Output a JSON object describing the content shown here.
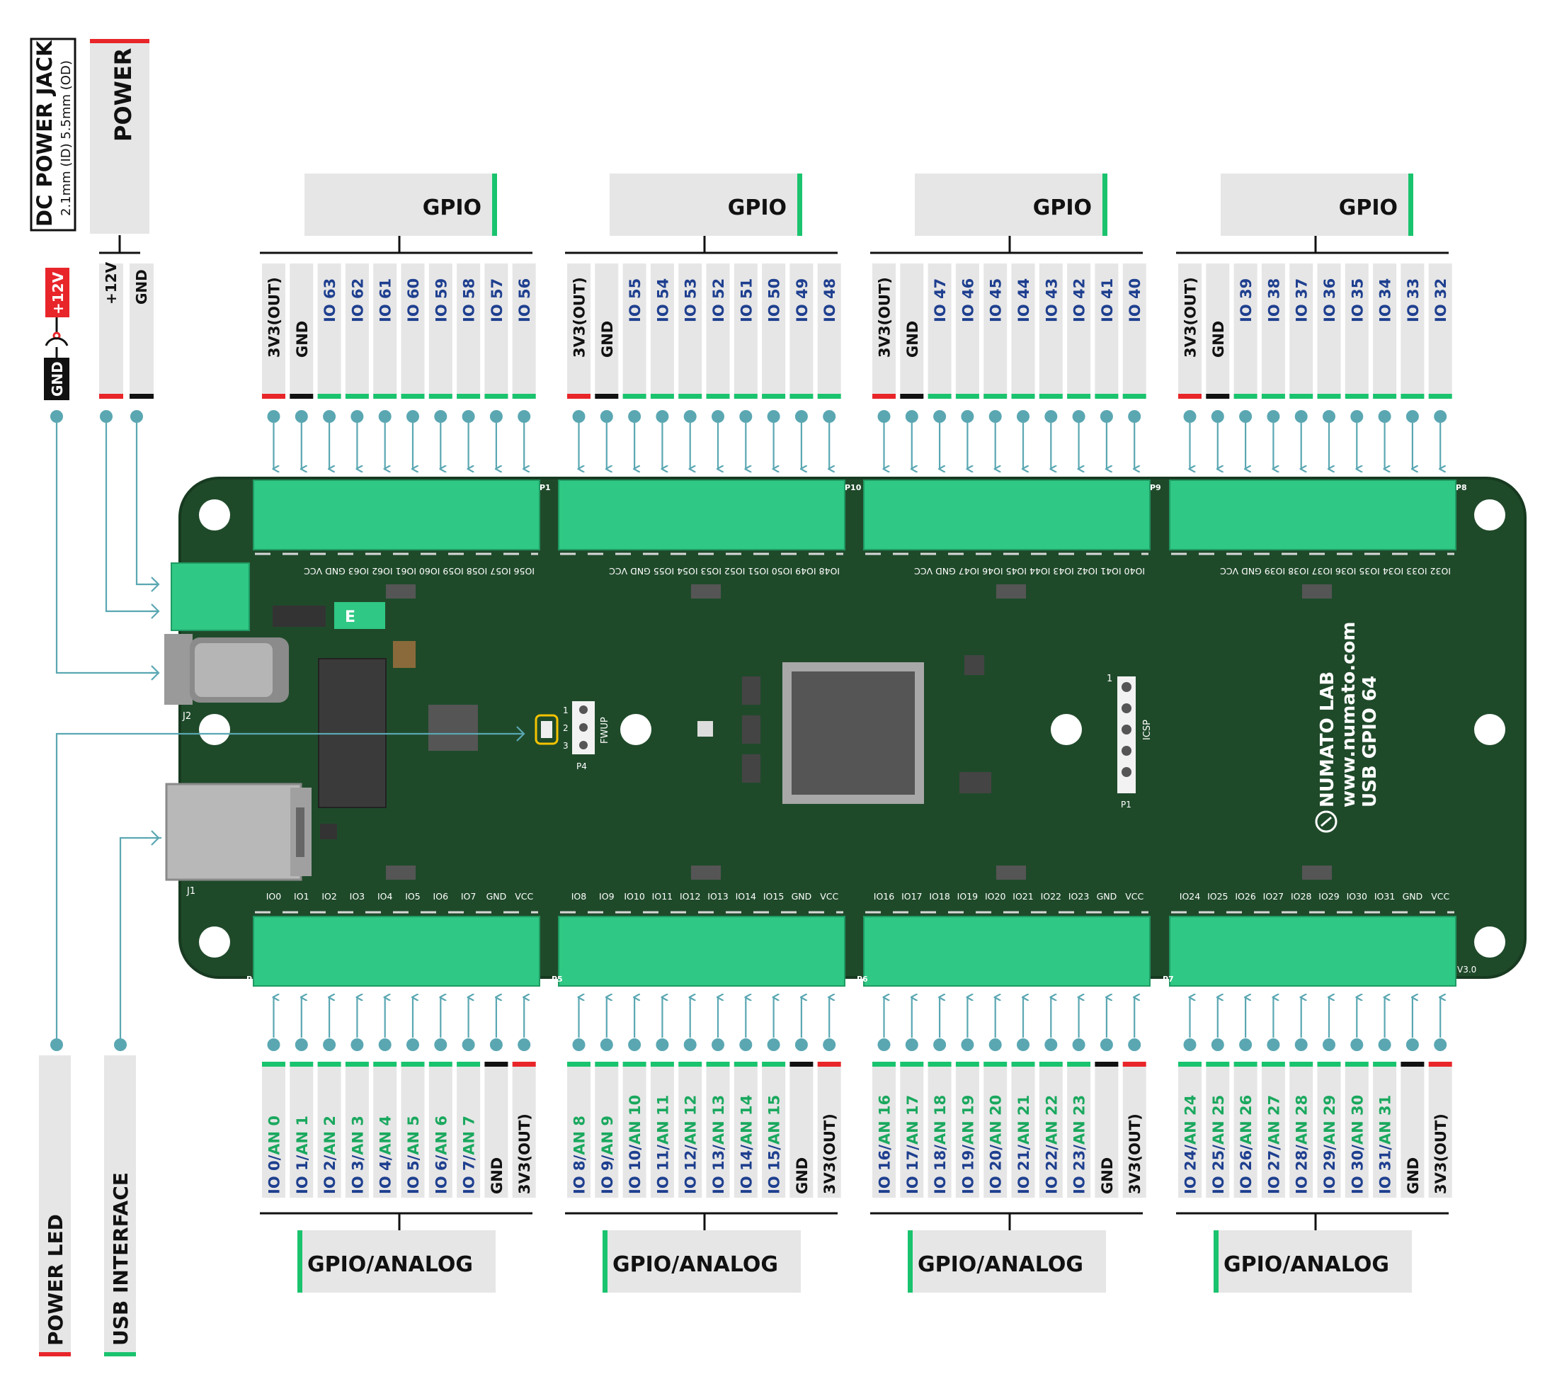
{
  "colors": {
    "board": "#1f4a2a",
    "board_edge": "#173a20",
    "terminal": "#2fc884",
    "label_bg": "#e6e6e6",
    "accent_green": "#1ac36e",
    "accent_red": "#e8262a",
    "black": "#111111",
    "blue_text": "#1e3f8f",
    "green_text": "#1aa85e",
    "connector": "#5aa7b2"
  },
  "icons": [
    "dc-jack-icon",
    "usb-b-port-icon",
    "microcontroller-chip-icon",
    "mounting-hole-icon",
    "led-icon",
    "logo-icon"
  ],
  "left_labels": {
    "dc_jack_title": "DC POWER JACK",
    "dc_jack_spec": "2.1mm (ID) 5.5mm (OD)",
    "power": "POWER",
    "plus12v_tag": "+12V",
    "gnd_tag": "GND",
    "power_pins": [
      "+12V",
      "GND"
    ],
    "power_led": "POWER LED",
    "usb_interface": "USB INTERFACE"
  },
  "top_groups": [
    {
      "title": "GPIO",
      "connector": "P1",
      "pins": [
        "3V3(OUT)",
        "GND",
        "IO 63",
        "IO 62",
        "IO 61",
        "IO 60",
        "IO 59",
        "IO 58",
        "IO 57",
        "IO 56"
      ],
      "silk": "IO56 IO57 IO58 IO59 IO60 IO61 IO62 IO63 GND VCC"
    },
    {
      "title": "GPIO",
      "connector": "P10",
      "pins": [
        "3V3(OUT)",
        "GND",
        "IO 55",
        "IO 54",
        "IO 53",
        "IO 52",
        "IO 51",
        "IO 50",
        "IO 49",
        "IO 48"
      ],
      "silk": "IO48 IO49 IO50 IO51 IO52 IO53 IO54 IO55 GND VCC"
    },
    {
      "title": "GPIO",
      "connector": "P9",
      "pins": [
        "3V3(OUT)",
        "GND",
        "IO 47",
        "IO 46",
        "IO 45",
        "IO 44",
        "IO 43",
        "IO 42",
        "IO 41",
        "IO 40"
      ],
      "silk": "IO40 IO41 IO42 IO43 IO44 IO45 IO46 IO47 GND VCC"
    },
    {
      "title": "GPIO",
      "connector": "P8",
      "pins": [
        "3V3(OUT)",
        "GND",
        "IO 39",
        "IO 38",
        "IO 37",
        "IO 36",
        "IO 35",
        "IO 34",
        "IO 33",
        "IO 32"
      ],
      "silk": "IO32 IO33 IO34 IO35 IO36 IO37 IO38 IO39 GND VCC"
    }
  ],
  "bottom_groups": [
    {
      "title": "GPIO/ANALOG",
      "connector": "P",
      "pins": [
        [
          "IO 0/",
          "AN 0"
        ],
        [
          "IO 1/",
          "AN 1"
        ],
        [
          "IO 2/",
          "AN 2"
        ],
        [
          "IO 3/",
          "AN 3"
        ],
        [
          "IO 4/",
          "AN 4"
        ],
        [
          "IO 5/",
          "AN 5"
        ],
        [
          "IO 6/",
          "AN 6"
        ],
        [
          "IO 7/",
          "AN 7"
        ],
        [
          "GND",
          ""
        ],
        [
          "3V3(OUT)",
          ""
        ]
      ],
      "silk": [
        "IO0",
        "IO1",
        "IO2",
        "IO3",
        "IO4",
        "IO5",
        "IO6",
        "IO7",
        "GND",
        "VCC"
      ]
    },
    {
      "title": "GPIO/ANALOG",
      "connector": "P5",
      "pins": [
        [
          "IO 8/",
          "AN 8"
        ],
        [
          "IO 9/",
          "AN 9"
        ],
        [
          "IO 10/",
          "AN 10"
        ],
        [
          "IO 11/",
          "AN 11"
        ],
        [
          "IO 12/",
          "AN 12"
        ],
        [
          "IO 13/",
          "AN 13"
        ],
        [
          "IO 14/",
          "AN 14"
        ],
        [
          "IO 15/",
          "AN 15"
        ],
        [
          "GND",
          ""
        ],
        [
          "3V3(OUT)",
          ""
        ]
      ],
      "silk": [
        "IO8",
        "IO9",
        "IO10",
        "IO11",
        "IO12",
        "IO13",
        "IO14",
        "IO15",
        "GND",
        "VCC"
      ]
    },
    {
      "title": "GPIO/ANALOG",
      "connector": "P6",
      "pins": [
        [
          "IO 16/",
          "AN 16"
        ],
        [
          "IO 17/",
          "AN 17"
        ],
        [
          "IO 18/",
          "AN 18"
        ],
        [
          "IO 19/",
          "AN 19"
        ],
        [
          "IO 20/",
          "AN 20"
        ],
        [
          "IO 21/",
          "AN 21"
        ],
        [
          "IO 22/",
          "AN 22"
        ],
        [
          "IO 23/",
          "AN 23"
        ],
        [
          "GND",
          ""
        ],
        [
          "3V3(OUT)",
          ""
        ]
      ],
      "silk": [
        "IO16",
        "IO17",
        "IO18",
        "IO19",
        "IO20",
        "IO21",
        "IO22",
        "IO23",
        "GND",
        "VCC"
      ]
    },
    {
      "title": "GPIO/ANALOG",
      "connector": "P7",
      "pins": [
        [
          "IO 24/",
          "AN 24"
        ],
        [
          "IO 25/",
          "AN 25"
        ],
        [
          "IO 26/",
          "AN 26"
        ],
        [
          "IO 27/",
          "AN 27"
        ],
        [
          "IO 28/",
          "AN 28"
        ],
        [
          "IO 29/",
          "AN 29"
        ],
        [
          "IO 30/",
          "AN 30"
        ],
        [
          "IO 31/",
          "AN 31"
        ],
        [
          "GND",
          ""
        ],
        [
          "3V3(OUT)",
          ""
        ]
      ],
      "silk": [
        "IO24",
        "IO25",
        "IO26",
        "IO27",
        "IO28",
        "IO29",
        "IO30",
        "IO31",
        "GND",
        "VCC"
      ]
    }
  ],
  "board": {
    "brand": "NUMATO LAB",
    "url": "www.numato.com",
    "model": "USB GPIO 64",
    "icsp": "ICSP",
    "fwup": "FWUP",
    "version": "V3.0",
    "j1": "J1",
    "j2": "J2",
    "p1": "P1",
    "p4": "P4",
    "icsp_pin1": "1",
    "fwup_pins": [
      "1",
      "2",
      "3"
    ]
  }
}
